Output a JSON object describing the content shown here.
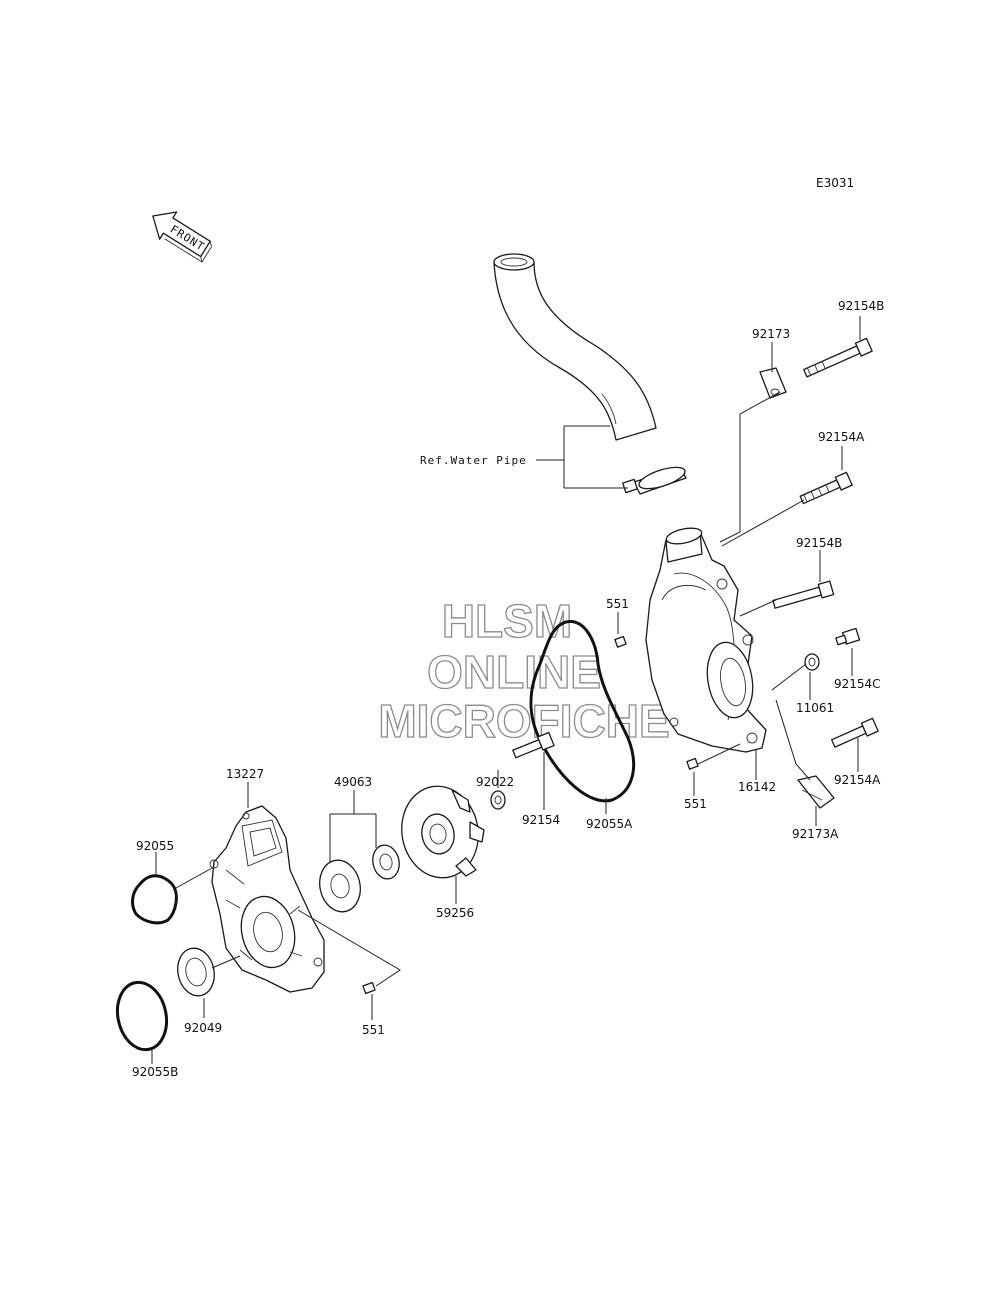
{
  "diagram_code": "E3031",
  "front_label": "FRONT",
  "ref_label": "Ref.Water Pipe",
  "watermark": [
    "HLSM",
    "ONLINE",
    "MICROFICHE"
  ],
  "parts": {
    "p92154B_top": "92154B",
    "p92173": "92173",
    "p92154A_top": "92154A",
    "p92154B_mid": "92154B",
    "p551_right": "551",
    "p92154C": "92154C",
    "p11061": "11061",
    "p92154A_bot": "92154A",
    "p92173A": "92173A",
    "p16142": "16142",
    "p551_mid": "551",
    "p92022": "92022",
    "p92154": "92154",
    "p92055A": "92055A",
    "p13227": "13227",
    "p49063": "49063",
    "p92055": "92055",
    "p59256": "59256",
    "p92049": "92049",
    "p551_bot": "551",
    "p92055B": "92055B"
  }
}
